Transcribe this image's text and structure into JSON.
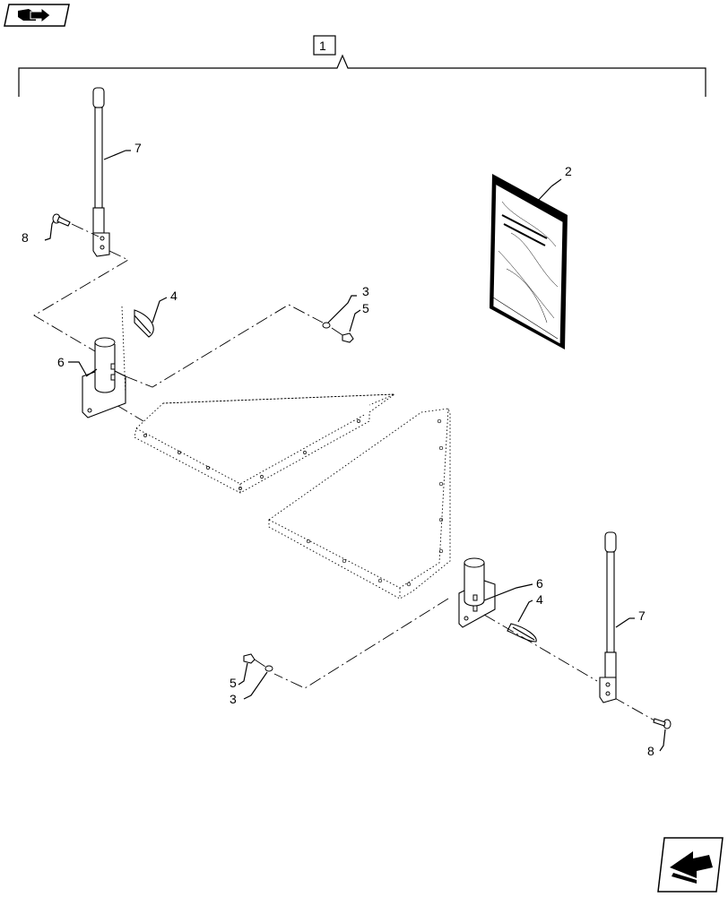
{
  "icons": {
    "top_left": "book-arrow-icon",
    "bottom_right": "next-page-arrow-icon"
  },
  "callouts": {
    "kit": "1",
    "manual": "2",
    "washer_upper": "3",
    "washer_lower": "3",
    "pin_upper": "4",
    "pin_lower": "4",
    "nut_upper": "5",
    "nut_lower": "5",
    "bracket_upper": "6",
    "bracket_lower": "6",
    "rod_upper": "7",
    "rod_lower": "7",
    "bolt_upper": "8",
    "bolt_lower": "8"
  }
}
